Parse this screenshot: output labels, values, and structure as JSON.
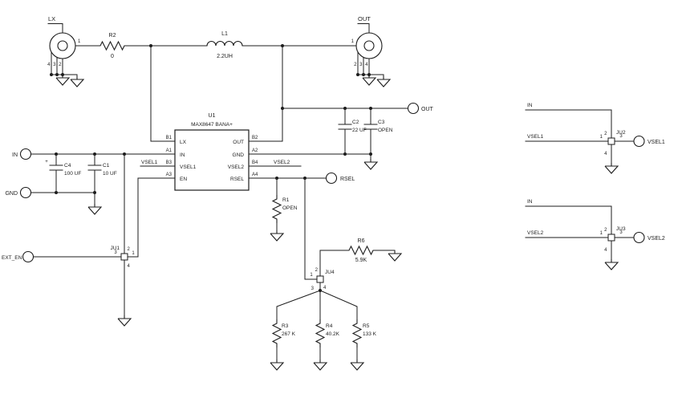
{
  "connectors": {
    "lx": {
      "name": "LX",
      "pin1": "1",
      "pin2": "2",
      "pin3": "3",
      "pin4": "4"
    },
    "out": {
      "name": "OUT",
      "pin1": "1",
      "pin2": "2",
      "pin3": "3",
      "pin4": "4"
    }
  },
  "ic": {
    "ref": "U1",
    "part": "MAX8647 BANA+",
    "pins_left": [
      {
        "designator": "B1",
        "name": "LX"
      },
      {
        "designator": "A1",
        "name": "IN"
      },
      {
        "designator": "B3",
        "name": "VSEL1"
      },
      {
        "designator": "A3",
        "name": "EN"
      }
    ],
    "pins_right": [
      {
        "designator": "B2",
        "name": "OUT"
      },
      {
        "designator": "A2",
        "name": "GND"
      },
      {
        "designator": "B4",
        "name": "VSEL2"
      },
      {
        "designator": "A4",
        "name": "RSEL"
      }
    ]
  },
  "resistors": {
    "r1": {
      "ref": "R1",
      "value": "OPEN"
    },
    "r2": {
      "ref": "R2",
      "value": "0"
    },
    "r3": {
      "ref": "R3",
      "value": "267 K"
    },
    "r4": {
      "ref": "R4",
      "value": "40.2K"
    },
    "r5": {
      "ref": "R5",
      "value": "133 K"
    },
    "r6": {
      "ref": "R6",
      "value": "5.9K"
    }
  },
  "capacitors": {
    "c1": {
      "ref": "C1",
      "value": "10 UF"
    },
    "c2": {
      "ref": "C2",
      "value": "22 UF"
    },
    "c3": {
      "ref": "C3",
      "value": "OPEN"
    },
    "c4": {
      "ref": "C4",
      "value": "100 UF",
      "polarity": "+"
    }
  },
  "inductor": {
    "ref": "L1",
    "value": "2.2UH"
  },
  "jumpers": {
    "ju1": {
      "ref": "JU1",
      "pin1": "1",
      "pin2": "2",
      "pin3": "3",
      "pin4": "4"
    },
    "ju2": {
      "ref": "JU2",
      "pin1": "1",
      "pin2": "2",
      "pin3": "3",
      "pin4": "4"
    },
    "ju3": {
      "ref": "JU3",
      "pin1": "1",
      "pin2": "2",
      "pin3": "3",
      "pin4": "4"
    },
    "ju4": {
      "ref": "JU4",
      "pin1": "1",
      "pin2": "2",
      "pin3": "3",
      "pin4": "4"
    }
  },
  "terminals": {
    "in": "IN",
    "gnd": "GND",
    "out": "OUT",
    "rsel": "RSEL",
    "ext_en": "EXT_EN",
    "vsel1": "VSEL1",
    "vsel2": "VSEL2"
  },
  "net_labels": {
    "in": "IN",
    "vsel1": "VSEL1",
    "vsel2": "VSEL2"
  }
}
